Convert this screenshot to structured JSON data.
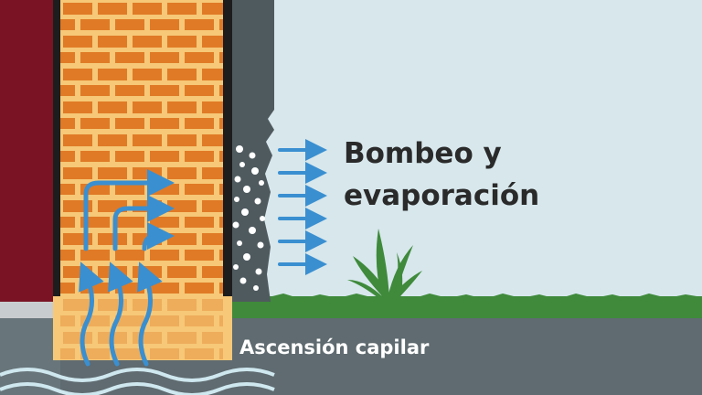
{
  "labels": {
    "pumping_line1": "Bombeo y",
    "pumping_line2": "evaporación",
    "ground": "Ascensión capilar"
  },
  "colors": {
    "sky": "#d7e7ec",
    "interior_wall": "#7a1424",
    "brick": "#e07a26",
    "mortar": "#f6c877",
    "render": "#4f5a5f",
    "soil": "#5f6b70",
    "grass": "#3f8a3b",
    "arrow": "#3a8fd0",
    "water": "#cfe7ef"
  },
  "icons": [
    "upward-flow-arrow",
    "side-flow-arrow",
    "evaporation-arrow",
    "plant-icon",
    "water-wave"
  ]
}
